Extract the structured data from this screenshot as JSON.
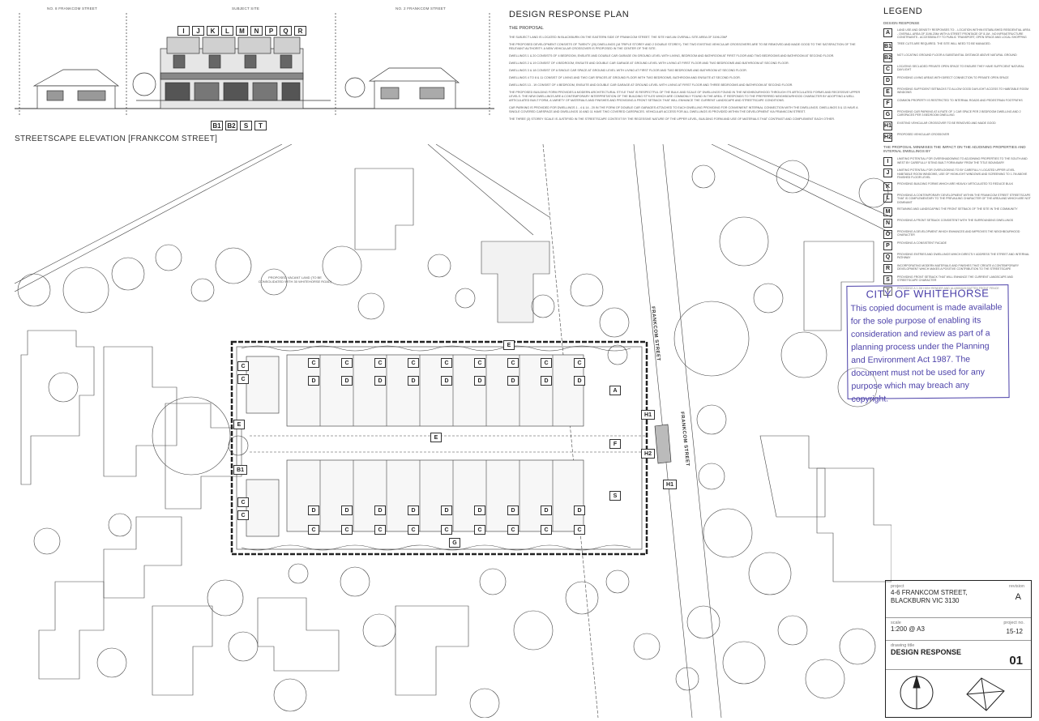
{
  "elevation": {
    "labels_top": [
      "NO. 8 FRANKCOM STREET",
      "SUBJECT SITE",
      "NO. 2 FRANKCOM STREET"
    ],
    "markers_top": [
      "I",
      "J",
      "K",
      "L",
      "M",
      "N",
      "P",
      "Q",
      "R"
    ],
    "markers_bottom": [
      "B1",
      "B2",
      "S",
      "T"
    ],
    "title": "STREETSCAPE ELEVATION [FRANKCOM STREET]"
  },
  "design_response": {
    "title": "DESIGN RESPONSE PLAN",
    "subtitle": "THE PROPOSAL",
    "paragraphs": [
      "THE SUBJECT LAND IS LOCATED IN BLACKBURN ON THE EASTERN SIDE OF FRANKCOM STREET. THE SITE HAS AN OVERALL SITE AREA OF 3196.23M²",
      "THE PROPOSED DEVELOPMENT CONSISTS OF TWENTY (20) DWELLINGS (18 TRIPLE STOREY AND 2 DOUBLE STOREY). THE TWO EXISTING VEHICULAR CROSSOVERS ARE TO BE REMOVED AND MADE GOOD TO THE SATISFACTION OF THE RELEVANT AUTHORITY. A NEW VEHICULAR CROSSOVER IS PROPOSED IN THE CENTER OF THE SITE.",
      "DWELLINGS 1 & 20 CONSISTS OF 4 BEDROOM, ENSUITE AND DOUBLE CAR GARAGE ON GROUND LEVEL WITH LIVING, BEDROOM AND BATHROOM AT FIRST FLOOR AND TWO BEDROOMS AND BATHROOM AT SECOND FLOOR.",
      "DWELLINGS 2 & 19 CONSIST OF 4 BEDROOM, ENSUITE AND DOUBLE CAR GARAGE AT GROUND LEVEL WITH LIVING AT FIRST FLOOR AND TWO BEDROOMS AND BATHROOM AT SECOND FLOOR.",
      "DWELLINGS 3 & 18 CONSIST OF A SINGLE CAR SPACE AT GROUND LEVEL WITH LIVING AT FIRST FLOOR AND TWO BEDROOMS AND BATHROOM AT SECOND FLOOR.",
      "DWELLINGS 4 TO 8 & 11 CONSIST OF LIVING AND TWO CAR SPACES AT GROUND FLOOR WITH TWO BEDROOMS, BATHROOM AND ENSUITE AT SECOND FLOOR.",
      "DWELLINGS 13 - 19 CONSIST OF 4 BEDROOM, ENSUITE AND DOUBLE CAR GARAGE AT GROUND LEVEL WITH LIVING AT FIRST FLOOR AND THREE BEDROOMS AND BATHROOM AT SECOND FLOOR.",
      "THE PROPOSED BUILDING FORM PROVIDES A MODERN ARCHITECTURAL STYLE THAT IS RESPECTFUL OF THE BULK AND SCALE OF DWELLINGS FOUND IN THE NEIGHBOURHOOD THROUGH ITS ARTICULATED FORMS AND RECESSIVE UPPER LEVELS. THE NEW DWELLINGS ARE A CONTEMPORARY INTERPRETATION OF THE BUILDING STYLES WHICH ARE COMMONLY FOUND IN THE AREA. IT RESPONDS TO THE PREFERRED NEIGHBOURHOOD CHARACTER BY ADOPTING A WELL ARTICULATED BUILT FORM, A VARIETY OF MATERIALS AND FINISHES AND PROVIDING A FRONT SETBACK THAT WILL ENHANCE THE CURRENT LANDSCAPE AND STREETSCAPE CONDITIONS.",
      "CAR PARKING IS PROVIDED FOR DWELLINGS 1 - 4 & 14 - 20 IN THE FORM OF DOUBLE CAR GARAGES ATTACHED TO EACH DWELLING PROVIDING FOR CONVENIENT INTERNAL CONNECTION WITH THE DWELLINGS. DWELLINGS 5 & 13 HAVE A SINGLE COVERED CARSPACE AND DWELLINGS 10 AND 11 HAVE TWO COVERED CARSPACES. VEHICULAR ACCESS FOR ALL DWELLINGS IS PROVIDED WITHIN THE DEVELOPMENT VIA FRANKCOM STREET.",
      "THE THREE (3) STOREY SCALE IS JUSTIFIED IN THE STREETSCAPE CONTEXT BY THE RECESSIVE NATURE OF THE UPPER LEVEL, BUILDING FORM AND USE OF MATERIALS THAT CONTRAST AND COMPLEMENT EACH OTHER."
    ]
  },
  "legend": {
    "title": "LEGEND",
    "section1": "DESIGN RESPONSE",
    "items": [
      {
        "code": "A",
        "text": "LAND USE AND DENSITY RESPONSES TO: - LOCATION WITHIN ESTABLISHED RESIDENTIAL AREA - OVERALL AREA OF 3196.23M² WITH A STREET FRONTAGE OF 8.1M - NO INFRASTRUCTURE CONSTRAINTS - ACCESSIBILITY TO PUBLIC TRANSPORT, OPEN SPACE AND LOCAL SHOPPING"
      },
      {
        "code": "B1",
        "text": "TREE CUTS ARE REQUIRED. THE SITE WILL NEED TO BE MANAGED."
      },
      {
        "code": "B2",
        "text": "NOT LOCATING GROUND FLOOR A SUBSTANTIAL DISTANCE ABOVE NATURAL GROUND"
      },
      {
        "code": "C",
        "text": "LOCATING SECLUDED PRIVATE OPEN SPACE TO ENSURE THEY HAVE SUFFICIENT NATURAL DAYLIGHT"
      },
      {
        "code": "D",
        "text": "PROVIDING LIVING AREAS WITH DIRECT CONNECTION TO PRIVATE OPEN SPACE"
      },
      {
        "code": "E",
        "text": "PROVIDING SUFFICIENT SETBACKS TO ALLOW GOOD DAYLIGHT ACCESS TO HABITABLE ROOM WINDOWS"
      },
      {
        "code": "F",
        "text": "COMMON PROPERTY IS RESTRICTED TO INTERNAL ROADS AND PEDESTRIAN FOOTPATHS"
      },
      {
        "code": "G",
        "text": "PROVIDING CAR PARKING AT A RATE OF 1 CAR SPACE PER 2 BEDROOM DWELLING AND 2 CARSPACES PER 3 BEDROOM DWELLING"
      },
      {
        "code": "H1",
        "text": "EXISTING VEHICULAR CROSSOVER TO BE REMOVED AND MADE GOOD"
      },
      {
        "code": "H2",
        "text": "PROPOSED VEHICULAR CROSSOVER"
      }
    ],
    "section2": "THE PROPOSAL MINIMISES THE IMPACT ON THE ADJOINING PROPERTIES AND INTERNAL DWELLINGS BY",
    "items2": [
      {
        "code": "I",
        "text": "LIMITING POTENTIAL FOR OVERSHADOWING TO ADJOINING PROPERTIES TO THE SOUTH AND WEST BY CAREFULLY SITING BUILT FORM AWAY FROM THE TITLE BOUNDARY"
      },
      {
        "code": "J",
        "text": "LIMITING POTENTIAL FOR OVERLOOKING TO BY CAREFULLY LOCATED UPPER LEVEL HABITABLE ROOM WINDOWS, USE OF HIGHLIGHT WINDOWS AND SCREENING TO 1.7M ABOVE FINISHED FLOOR LEVEL"
      },
      {
        "code": "K",
        "text": "PROVIDING BUILDING FORMS WHICH ARE HEAVILY ARTICULATED TO REDUCE BULK"
      },
      {
        "code": "L",
        "text": "PROVIDING A CONTEMPORARY DEVELOPMENT WITHIN THE FRANKCOM STREET STREETSCAPE THAT IS COMPLEMENTARY TO THE PREVAILING CHARACTER OF THE AREA AND WHICH ARE NOT DOMINANT"
      },
      {
        "code": "M",
        "text": "RETAINING AND LANDSCAPING THE FRONT SETBACK OF THE SITE IN THE COMMUNITY"
      },
      {
        "code": "N",
        "text": "PROVIDING A FRONT SETBACK CONSISTENT WITH THE SURROUNDING DWELLINGS"
      },
      {
        "code": "O",
        "text": "PROVIDING A DEVELOPMENT WHICH ENHANCES AND IMPROVES THE NEIGHBOURHOOD CHARACTER"
      },
      {
        "code": "P",
        "text": "PROVIDING A CONSISTENT FACADE"
      },
      {
        "code": "Q",
        "text": "PROVIDING ENTRIES AND DWELLINGS WHICH DIRECTLY ADDRESS THE STREET AND INTERNAL PATHWAY"
      },
      {
        "code": "R",
        "text": "INCORPORATING MODERN MATERIALS AND FINISHES THAT CREATE A CONTEMPORARY DEVELOPMENT WHICH MAKES A POSITIVE CONTRIBUTION TO THE STREETSCAPE"
      },
      {
        "code": "S",
        "text": "PROVIDING FRONT SETBACK THAT WILL ENHANCE THE CURRENT LANDSCAPE AND STREETSCAPE CHARACTER"
      },
      {
        "code": "T",
        "text": "PROVIDING A 1.2M HIGH RENDER AND ALUMINIUM BATTEN FRONT FENCE"
      }
    ]
  },
  "stamp": {
    "title": "CITY OF WHITEHORSE",
    "text": "This copied document is made available for the sole purpose of enabling its consideration and review as part of a planning process under the Planning and Environment Act 1987. The document must not be used for any purpose which may breach any copyright."
  },
  "site_plan": {
    "street_name": "FRANKCOM STREET",
    "vacant_land_label": "PROPOSED VACANT LAND (TO BE CONSOLIDATED WITH 30 WHITEHORSE ROAD)",
    "tags": [
      {
        "code": "E"
      },
      {
        "code": "A"
      },
      {
        "code": "H1"
      },
      {
        "code": "H2"
      },
      {
        "code": "F"
      },
      {
        "code": "S"
      },
      {
        "code": "H1"
      },
      {
        "code": "B1"
      },
      {
        "code": "E"
      },
      {
        "code": "E"
      },
      {
        "code": "G"
      },
      {
        "code": "C"
      },
      {
        "code": "C"
      }
    ],
    "unit_row_top_c": [
      "C",
      "C",
      "C",
      "C",
      "C",
      "C",
      "C",
      "C",
      "C"
    ],
    "unit_row_top_d": [
      "D",
      "D",
      "D",
      "D",
      "D",
      "D",
      "D",
      "D",
      "D"
    ],
    "unit_row_bot_d": [
      "D",
      "D",
      "D",
      "D",
      "D",
      "D",
      "D",
      "D",
      "D"
    ],
    "unit_row_bot_c": [
      "C",
      "C",
      "C",
      "C",
      "C",
      "C",
      "C",
      "C",
      "C"
    ],
    "side_tags_left": [
      "C",
      "C"
    ],
    "side_tags_left2": [
      "C",
      "C"
    ]
  },
  "title_block": {
    "project_label": "project",
    "project": "4-6 FRANKCOM STREET, BLACKBURN VIC 3130",
    "revision_label": "revision",
    "revision": "A",
    "scale_label": "scale",
    "scale": "1:200 @ A3",
    "project_no_label": "project no.",
    "project_no": "15-12",
    "drawing_title_label": "drawing title",
    "drawing_title": "DESIGN RESPONSE",
    "sheet": "01"
  }
}
